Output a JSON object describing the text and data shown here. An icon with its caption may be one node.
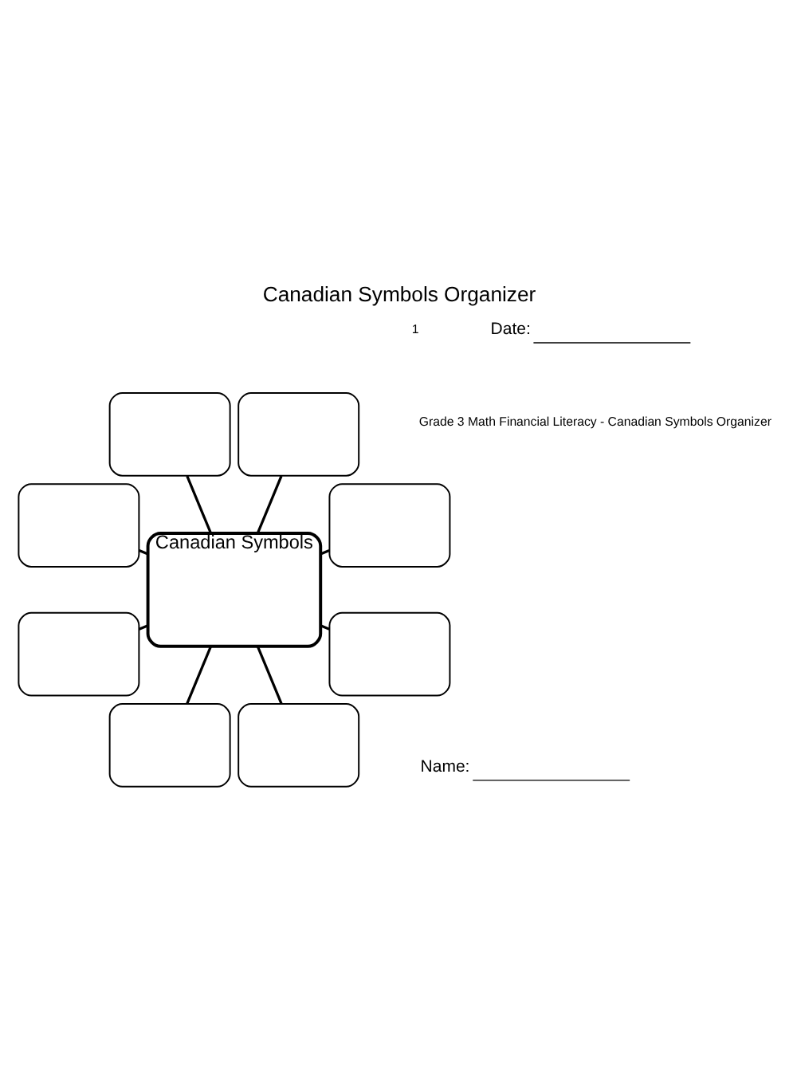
{
  "diagram": {
    "title": "Canadian Symbols Organizer",
    "nodes": [
      {
        "text": [
          "Canadian Symbols"
        ]
      },
      {
        "text": [],
        "shape": "box"
      },
      {
        "text": [],
        "shape": "box"
      },
      {
        "text": [],
        "shape": "box"
      },
      {
        "text": [],
        "shape": "box"
      },
      {
        "text": [],
        "shape": "box"
      },
      {
        "text": [],
        "shape": "box"
      },
      {
        "text": [],
        "shape": "box"
      },
      {
        "text": [],
        "shape": "box"
      }
    ],
    "edges": [
      {
        "from": 0,
        "to": 1,
        "arrow": "none"
      },
      {
        "from": 0,
        "to": 2,
        "arrow": "none"
      },
      {
        "from": 0,
        "to": 3,
        "arrow": "none"
      },
      {
        "from": 0,
        "to": 4,
        "arrow": "none"
      },
      {
        "from": 0,
        "to": 5,
        "arrow": "none"
      },
      {
        "from": 0,
        "to": 6,
        "arrow": "none"
      },
      {
        "from": 0,
        "to": 7,
        "arrow": "none"
      },
      {
        "from": 0,
        "to": 8,
        "arrow": "none"
      }
    ],
    "labels": [
      "Grade 3 Math Financial Literacy - Canadian Symbols Organizer",
      "Name:",
      "Date:",
      "1"
    ]
  }
}
